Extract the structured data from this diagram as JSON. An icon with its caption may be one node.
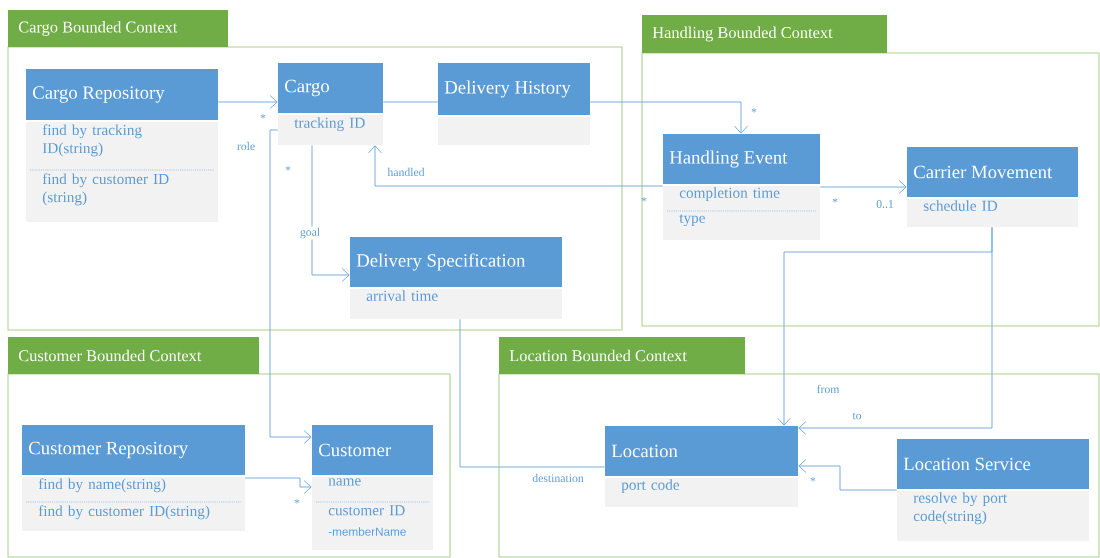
{
  "diagram": {
    "nodes": [
      {
        "text": [
          "Cargo Bounded Context"
        ]
      },
      {
        "text": [
          "Cargo Repository",
          "find by tracking ID(string)",
          "find by customer ID (string)"
        ],
        "in": 0
      },
      {
        "text": [
          "Cargo",
          "tracking ID"
        ],
        "in": 0
      },
      {
        "text": [
          "Delivery History"
        ],
        "in": 0
      },
      {
        "text": [
          "Delivery Specification",
          "arrival time"
        ],
        "in": 0
      },
      {
        "text": [
          "Handling Bounded Context"
        ]
      },
      {
        "text": [
          "Handling Event",
          "completion time",
          "type"
        ],
        "in": 5
      },
      {
        "text": [
          "Carrier Movement",
          "schedule ID"
        ],
        "in": 5
      },
      {
        "text": [
          "Customer Bounded Context"
        ]
      },
      {
        "text": [
          "Customer Repository",
          "find by name(string)",
          "find by customer ID(string)"
        ],
        "in": 8
      },
      {
        "text": [
          "Customer",
          "name",
          "customer ID",
          "-memberName"
        ],
        "in": 8
      },
      {
        "text": [
          "Location Bounded Context"
        ]
      },
      {
        "text": [
          "Location",
          "port code"
        ],
        "in": 11
      },
      {
        "text": [
          "Location Service",
          "resolve by port code(string)"
        ],
        "in": 11
      }
    ],
    "edges": [
      {
        "from": 1,
        "to": 2,
        "arrow": "to"
      },
      {
        "from": 2,
        "to": 10,
        "arrow": "to",
        "label": "role"
      },
      {
        "from": 2,
        "to": 4,
        "arrow": "to",
        "label": "goal"
      },
      {
        "from": 2,
        "to": 3,
        "arrow": "none"
      },
      {
        "from": 3,
        "to": 6,
        "arrow": "to"
      },
      {
        "from": 6,
        "to": 2,
        "arrow": "to",
        "label": "handled"
      },
      {
        "from": 6,
        "to": 7,
        "arrow": "to"
      },
      {
        "from": 7,
        "to": 12,
        "arrow": "to",
        "label": "from"
      },
      {
        "from": 7,
        "to": 12,
        "arrow": "to",
        "label": "to"
      },
      {
        "from": 4,
        "to": 12,
        "arrow": "none",
        "label": "destination"
      },
      {
        "from": 13,
        "to": 12,
        "arrow": "to"
      },
      {
        "from": 9,
        "to": 10,
        "arrow": "to"
      }
    ],
    "labels": [
      "*",
      "*",
      "*",
      "*",
      "*",
      "0..1",
      "*",
      "*"
    ]
  }
}
